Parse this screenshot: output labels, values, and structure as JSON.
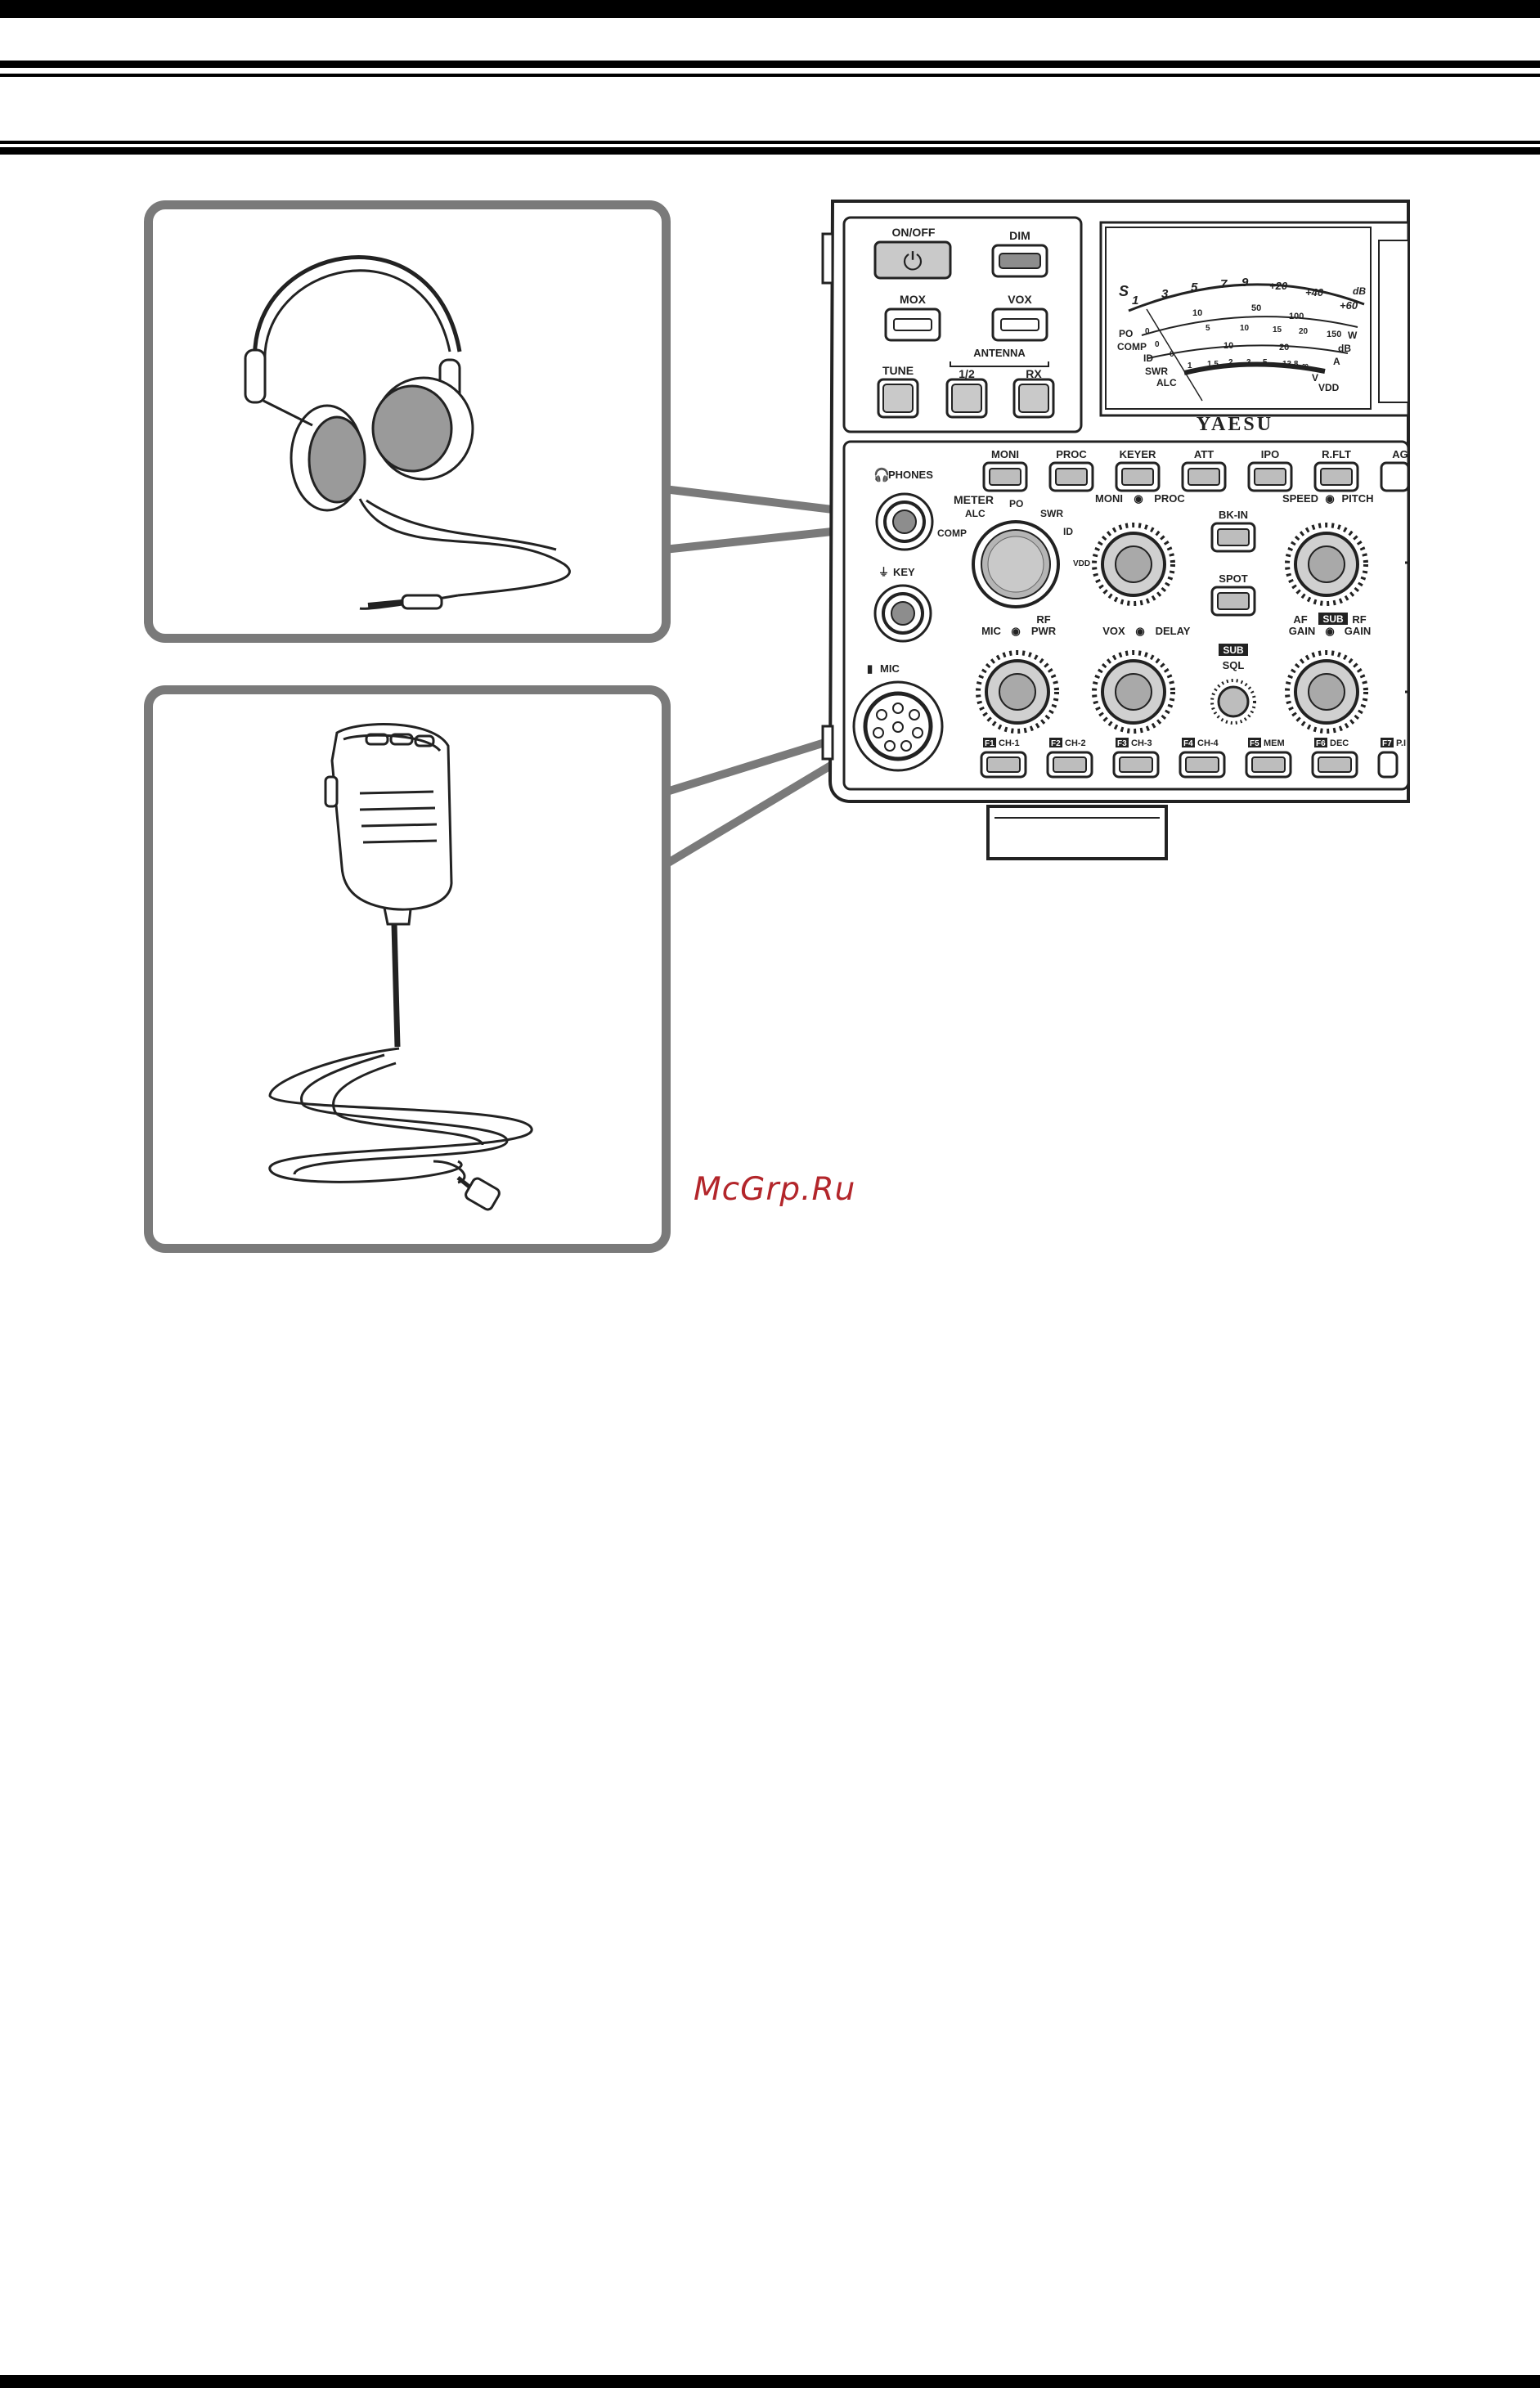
{
  "radio": {
    "brand": "YAESU",
    "top_buttons": {
      "power": "ON/OFF",
      "dim": "DIM",
      "mox": "MOX",
      "vox": "VOX",
      "tune": "TUNE",
      "antenna_group": "ANTENNA",
      "ant_12": "1/2",
      "rx": "RX"
    },
    "meter": {
      "s_scale": [
        "S",
        "1",
        "3",
        "5",
        "7",
        "9",
        "+20",
        "+40",
        "+60",
        "dB"
      ],
      "po_scale": [
        "PO",
        "0",
        "10",
        "50",
        "100",
        "150",
        "W"
      ],
      "comp_scale": [
        "COMP",
        "0",
        "10",
        "20",
        "dB"
      ],
      "id_scale": [
        "ID",
        "0",
        "5",
        "10",
        "15",
        "20",
        "A"
      ],
      "swr_scale": [
        "SWR",
        "1",
        "1.5",
        "2",
        "3",
        "5",
        "13.8",
        "∞"
      ],
      "alc_label": "ALC",
      "vdd_label": "VDD",
      "v_label": "V"
    },
    "function_buttons": [
      "MONI",
      "PROC",
      "KEYER",
      "ATT",
      "IPO",
      "R.FLT",
      "AG"
    ],
    "jacks": {
      "phones": "PHONES",
      "key": "KEY",
      "mic": "MIC"
    },
    "meter_selector": {
      "title": "METER",
      "alc": "ALC",
      "po": "PO",
      "swr": "SWR",
      "comp": "COMP",
      "id": "ID",
      "vdd": "VDD"
    },
    "knob_labels": {
      "moni_proc_left": "MONI",
      "moni_proc_right": "PROC",
      "speed_pitch_left": "SPEED",
      "speed_pitch_right": "PITCH",
      "mic_rf_left": "MIC",
      "mic_rf_top": "RF",
      "mic_rf_right": "PWR",
      "vox_delay_left": "VOX",
      "vox_delay_right": "DELAY",
      "sub_badge": "SUB",
      "sql": "SQL",
      "af_gain_top": "AF",
      "af_gain_left": "GAIN",
      "rf_gain_top": "RF",
      "rf_gain_right": "GAIN"
    },
    "small_buttons": {
      "bk_in": "BK-IN",
      "spot": "SPOT"
    },
    "fkeys": [
      {
        "key": "F1",
        "label": "CH-1"
      },
      {
        "key": "F2",
        "label": "CH-2"
      },
      {
        "key": "F3",
        "label": "CH-3"
      },
      {
        "key": "F4",
        "label": "CH-4"
      },
      {
        "key": "F5",
        "label": "MEM"
      },
      {
        "key": "F6",
        "label": "DEC"
      },
      {
        "key": "F7",
        "label": "P.I"
      }
    ]
  },
  "watermark": "McGrp.Ru"
}
